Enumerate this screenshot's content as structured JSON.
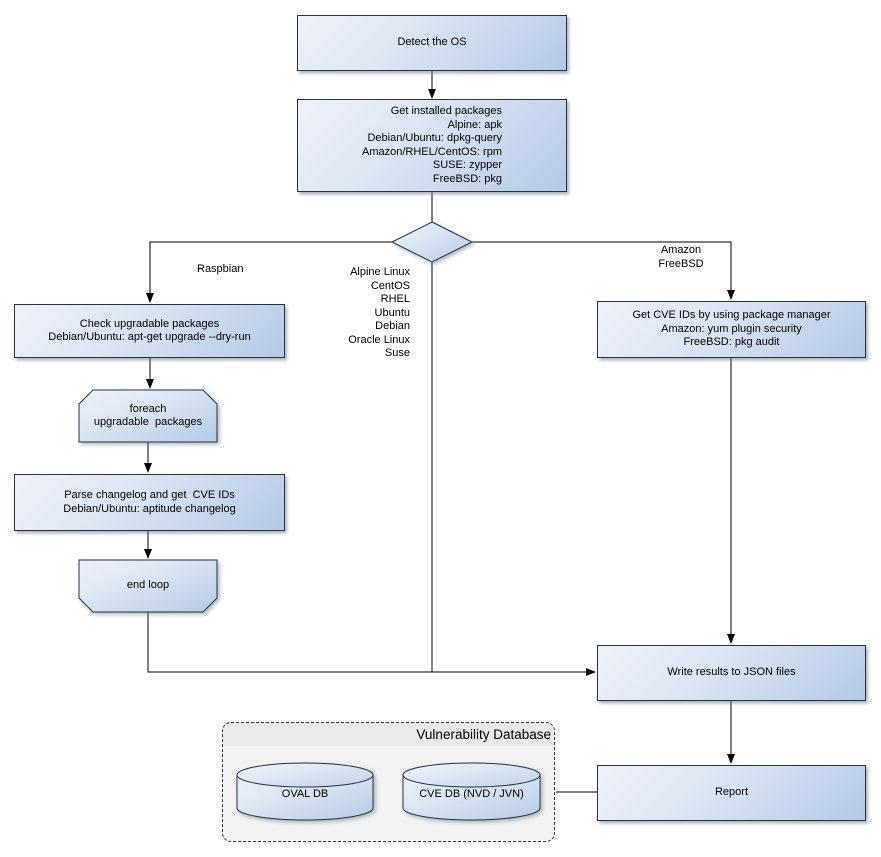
{
  "nodes": {
    "detect_os": "Detect the OS",
    "get_installed_packages": "Get installed packages\nAlpine: apk\nDebian/Ubuntu: dpkg-query\nAmazon/RHEL/CentOS: rpm\nSUSE: zypper\nFreeBSD: pkg",
    "check_upgradable": "Check upgradable packages\nDebian/Ubuntu: apt-get upgrade --dry-run",
    "foreach_loop": "foreach\nupgradable  packages",
    "parse_changelog": "Parse changelog and get  CVE IDs\nDebian/Ubuntu: aptitude changelog",
    "end_loop": "end loop",
    "get_cve_ids": "Get CVE IDs by using package manager\nAmazon: yum plugin security\nFreeBSD: pkg audit",
    "write_results": "Write results to JSON files",
    "report": "Report"
  },
  "edge_labels": {
    "raspbian": "Raspbian",
    "os_list": "Alpine Linux\nCentOS\nRHEL\nUbuntu\nDebian\nOracle Linux\nSuse",
    "amazon_freebsd": "Amazon\nFreeBSD"
  },
  "database_panel": {
    "title": "Vulnerability Database",
    "oval_db": "OVAL DB",
    "cve_db": "CVE DB (NVD / JVN)"
  },
  "colors": {
    "node_fill_light": "#eef1f8",
    "node_fill_dark": "#b5c9e4",
    "node_border": "#26343f",
    "connector": "#000000",
    "panel_fill": "#f3f3f3",
    "panel_header": "#e9e9e9",
    "panel_border": "#333333"
  }
}
